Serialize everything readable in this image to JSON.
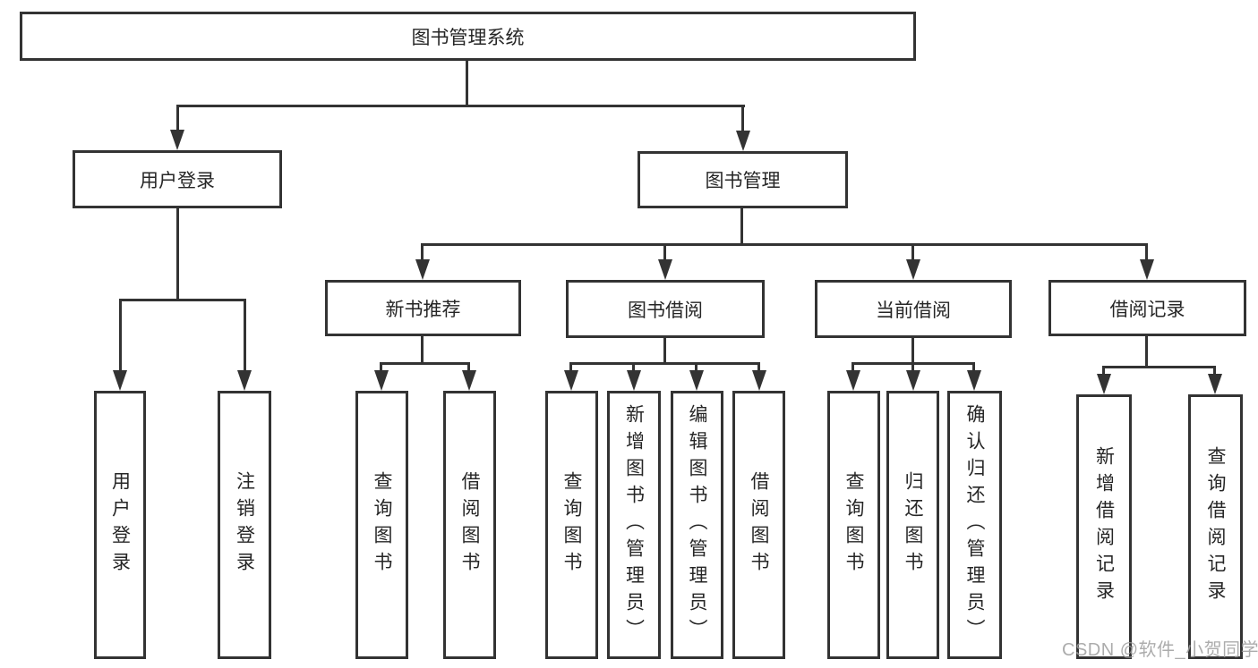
{
  "diagram": {
    "type": "hierarchy-tree",
    "root": {
      "label": "图书管理系统"
    },
    "branches": [
      {
        "label": "用户登录",
        "children": [
          {
            "label": "用户登录"
          },
          {
            "label": "注销登录"
          }
        ]
      },
      {
        "label": "图书管理",
        "children": [
          {
            "label": "新书推荐",
            "children": [
              {
                "label": "查询图书"
              },
              {
                "label": "借阅图书"
              }
            ]
          },
          {
            "label": "图书借阅",
            "children": [
              {
                "label": "查询图书"
              },
              {
                "label": "新增图书（管理员）"
              },
              {
                "label": "编辑图书（管理员）"
              },
              {
                "label": "借阅图书"
              }
            ]
          },
          {
            "label": "当前借阅",
            "children": [
              {
                "label": "查询图书"
              },
              {
                "label": "归还图书"
              },
              {
                "label": "确认归还（管理员）"
              }
            ]
          },
          {
            "label": "借阅记录",
            "children": [
              {
                "label": "新增借阅记录"
              },
              {
                "label": "查询借阅记录"
              }
            ]
          }
        ]
      }
    ]
  },
  "watermark": "CSDN @软件_小贺同学",
  "colors": {
    "line": "#333333",
    "text": "#262626",
    "background": "#ffffff",
    "watermark": "#9e9e9e"
  }
}
